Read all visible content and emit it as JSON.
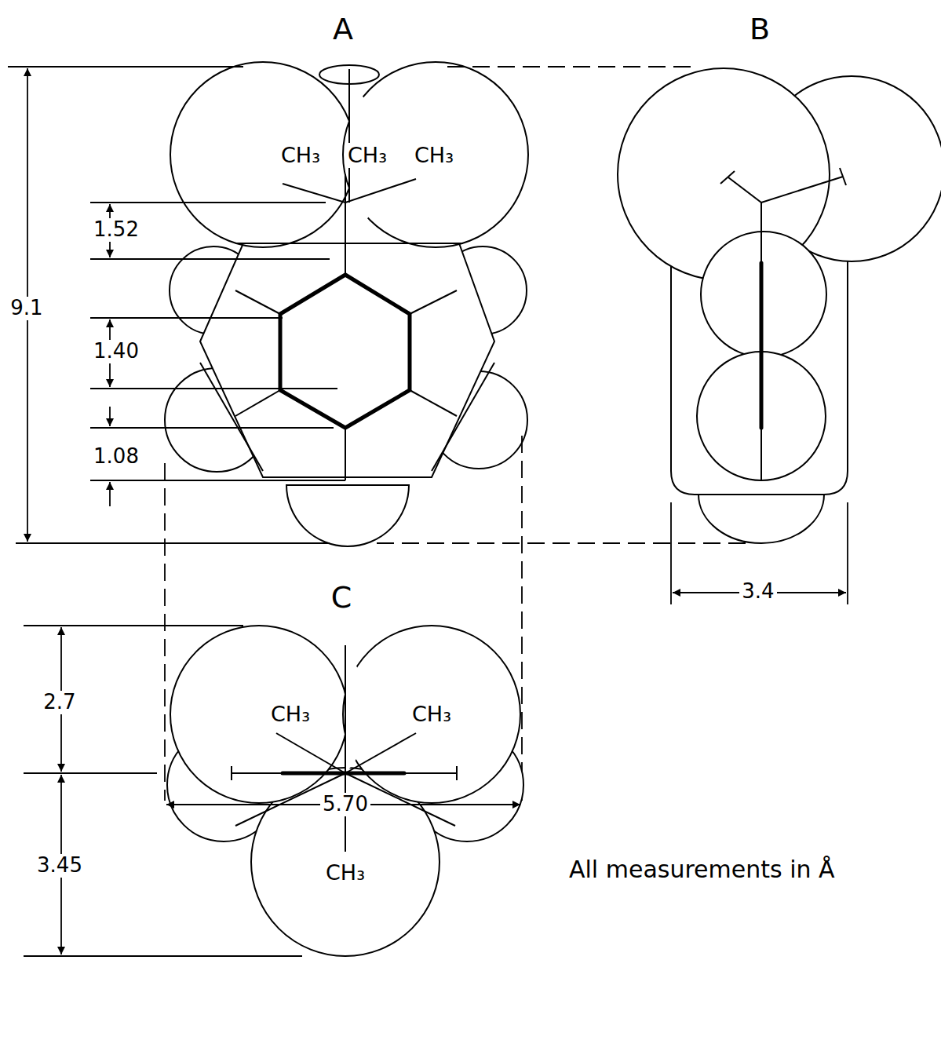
{
  "diagram": {
    "labels": [
      "A",
      "B",
      "CH₃",
      "CH₃",
      "CH₃",
      "9.1",
      "1.52",
      "1.40",
      "1.08",
      "3.4",
      "C",
      "2.7",
      "CH₃",
      "CH₃",
      "3.45",
      "CH₃",
      "All measurements in Å",
      "5.70"
    ]
  }
}
